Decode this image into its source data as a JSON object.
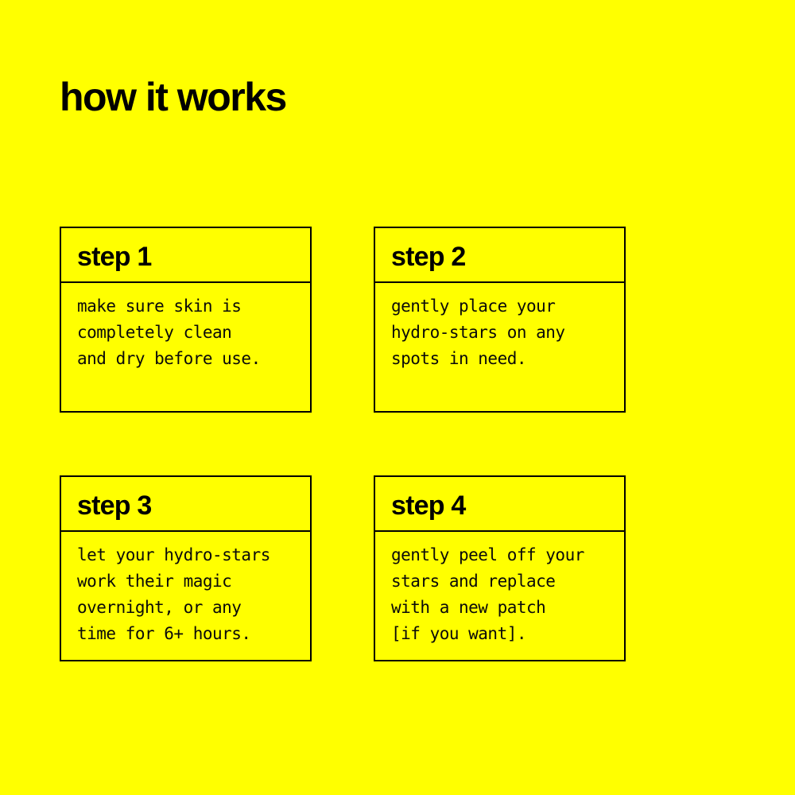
{
  "title": "how it works",
  "colors": {
    "background": "#FFFF00",
    "text": "#000000",
    "border": "#000000"
  },
  "cards": [
    {
      "title": "step 1",
      "lines": [
        "make sure skin is",
        "completely clean",
        "and dry before use."
      ]
    },
    {
      "title": "step 2",
      "lines": [
        "gently place your",
        "hydro-stars on any",
        "spots in need."
      ]
    },
    {
      "title": "step 3",
      "lines": [
        "let your hydro-stars",
        "work their magic",
        "overnight, or any",
        "time for 6+ hours."
      ]
    },
    {
      "title": "step 4",
      "lines": [
        "gently peel off your",
        "stars and replace",
        "with a new patch",
        "[if you want]."
      ]
    }
  ]
}
